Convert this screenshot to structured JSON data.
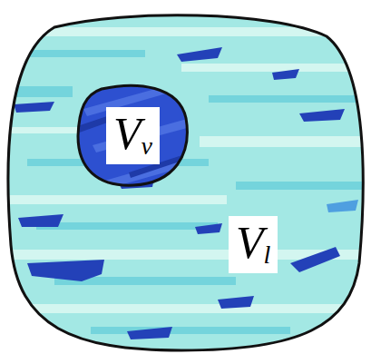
{
  "diagram": {
    "nodes": [
      {
        "text": [
          "V",
          "l"
        ]
      },
      {
        "text": [
          "V",
          "v"
        ],
        "in": 0
      }
    ]
  }
}
